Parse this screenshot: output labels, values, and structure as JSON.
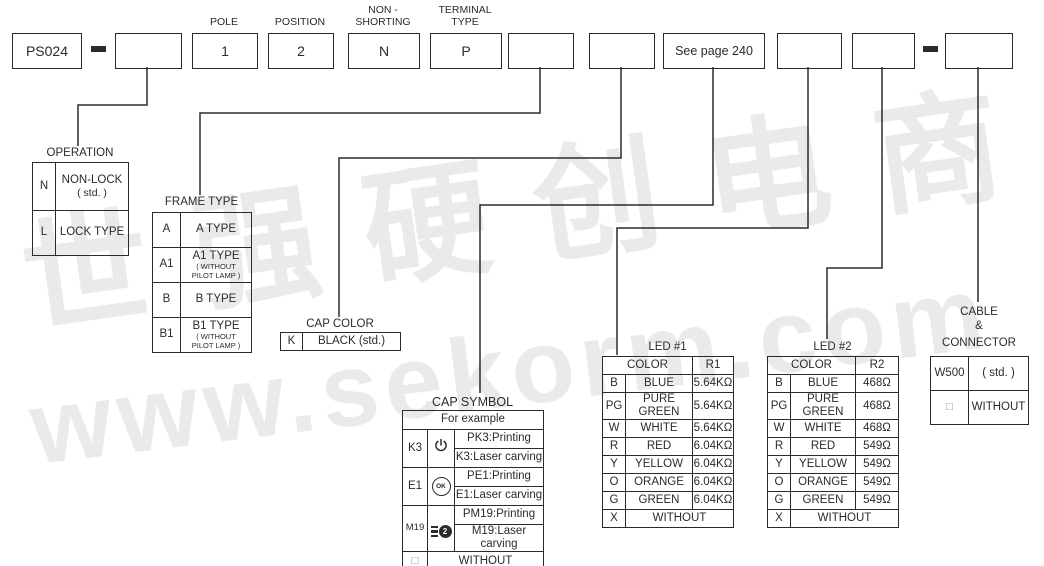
{
  "watermark": {
    "cn": "世强硬创电商",
    "en": "www.sekorm.com"
  },
  "colors": {
    "ink": "#2b2b2b",
    "watermark": "#eaeaea"
  },
  "top_row": {
    "prefix": "PS024",
    "labels": {
      "pole": "POLE",
      "position": "POSITION",
      "non_shorting_1": "NON -",
      "non_shorting_2": "SHORTING",
      "terminal_1": "TERMINAL",
      "terminal_2": "TYPE"
    },
    "values": {
      "operation": "",
      "pole": "1",
      "position": "2",
      "non_shorting": "N",
      "terminal": "P",
      "frame_type": "",
      "cap_color": "",
      "cap_symbol": "See page 240",
      "led1": "",
      "led2": "",
      "cable": ""
    }
  },
  "operation": {
    "title": "OPERATION",
    "rows": [
      {
        "code": "N",
        "line1": "NON-LOCK",
        "line2": "( std. )"
      },
      {
        "code": "L",
        "line1": "LOCK TYPE"
      }
    ]
  },
  "frame_type": {
    "title": "FRAME TYPE",
    "rows": [
      {
        "code": "A",
        "line1": "A TYPE"
      },
      {
        "code": "A1",
        "line1": "A1 TYPE",
        "line2": "( WITHOUT",
        "line3": "PILOT LAMP )"
      },
      {
        "code": "B",
        "line1": "B TYPE"
      },
      {
        "code": "B1",
        "line1": "B1 TYPE",
        "line2": "( WITHOUT",
        "line3": "PILOT LAMP )"
      }
    ]
  },
  "cap_color": {
    "title": "CAP COLOR",
    "code": "K",
    "value": "BLACK (std.)"
  },
  "cap_symbol": {
    "title": "CAP SYMBOL",
    "header": "For example",
    "rows": [
      {
        "code": "K3",
        "icon": "power-icon",
        "printing": "PK3:Printing",
        "laser": "K3:Laser carving"
      },
      {
        "code": "E1",
        "icon": "ok-icon",
        "icon_text": "OK",
        "printing": "PE1:Printing",
        "laser": "E1:Laser carving"
      },
      {
        "code": "M19",
        "icon": "dimmer-icon",
        "icon_text": "2",
        "printing": "PM19:Printing",
        "laser": "M19:Laser carving"
      }
    ],
    "without_code": "□",
    "without": "WITHOUT"
  },
  "led1": {
    "title": "LED #1",
    "col_color": "COLOR",
    "col_r": "R1",
    "rows": [
      [
        "B",
        "BLUE",
        "5.64KΩ"
      ],
      [
        "PG",
        "PURE GREEN",
        "5.64KΩ"
      ],
      [
        "W",
        "WHITE",
        "5.64KΩ"
      ],
      [
        "R",
        "RED",
        "6.04KΩ"
      ],
      [
        "Y",
        "YELLOW",
        "6.04KΩ"
      ],
      [
        "O",
        "ORANGE",
        "6.04KΩ"
      ],
      [
        "G",
        "GREEN",
        "6.04KΩ"
      ]
    ],
    "without_code": "X",
    "without": "WITHOUT"
  },
  "led2": {
    "title": "LED #2",
    "col_color": "COLOR",
    "col_r": "R2",
    "rows": [
      [
        "B",
        "BLUE",
        "468Ω"
      ],
      [
        "PG",
        "PURE GREEN",
        "468Ω"
      ],
      [
        "W",
        "WHITE",
        "468Ω"
      ],
      [
        "R",
        "RED",
        "549Ω"
      ],
      [
        "Y",
        "YELLOW",
        "549Ω"
      ],
      [
        "O",
        "ORANGE",
        "549Ω"
      ],
      [
        "G",
        "GREEN",
        "549Ω"
      ]
    ],
    "without_code": "X",
    "without": "WITHOUT"
  },
  "cable": {
    "title_1": "CABLE",
    "title_2": "&",
    "title_3": "CONNECTOR",
    "rows": [
      {
        "code": "W500",
        "value": "( std. )"
      },
      {
        "code": "□",
        "value": "WITHOUT"
      }
    ]
  }
}
